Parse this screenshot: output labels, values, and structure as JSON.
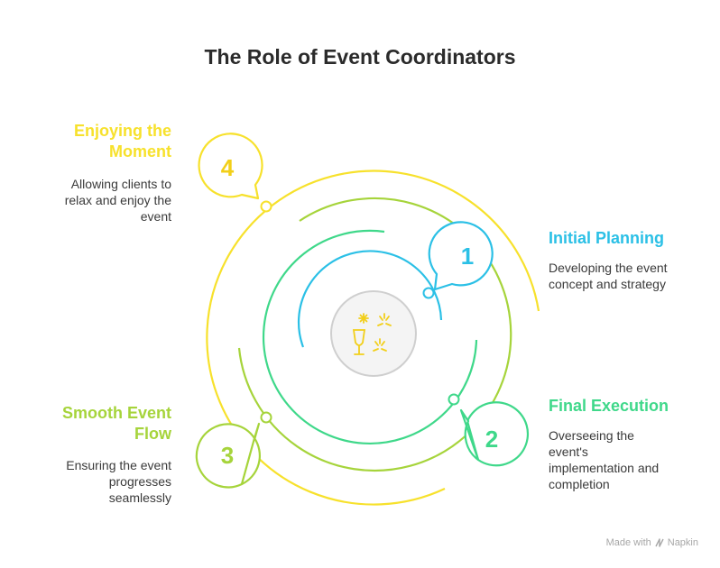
{
  "title": "The Role of Event Coordinators",
  "colors": {
    "yellow": "#f7e12c",
    "lime": "#a6d43b",
    "green": "#3fd88a",
    "blue": "#2bc0e6",
    "center_ring": "#cfcfcf"
  },
  "center_icon": "champagne-celebration-icon",
  "steps": [
    {
      "number": "1",
      "heading": "Initial Planning",
      "description_lines": [
        "Developing the event",
        "concept and strategy"
      ]
    },
    {
      "number": "2",
      "heading": "Final Execution",
      "description_lines": [
        "Overseeing the",
        "event's",
        "implementation and",
        "completion"
      ]
    },
    {
      "number": "3",
      "heading_lines": [
        "Smooth Event",
        "Flow"
      ],
      "description_lines": [
        "Ensuring the event",
        "progresses",
        "seamlessly"
      ]
    },
    {
      "number": "4",
      "heading_lines": [
        "Enjoying the",
        "Moment"
      ],
      "description_lines": [
        "Allowing clients to",
        "relax and enjoy the",
        "event"
      ]
    }
  ],
  "footer": {
    "made_with": "Made with",
    "brand": "Napkin"
  }
}
